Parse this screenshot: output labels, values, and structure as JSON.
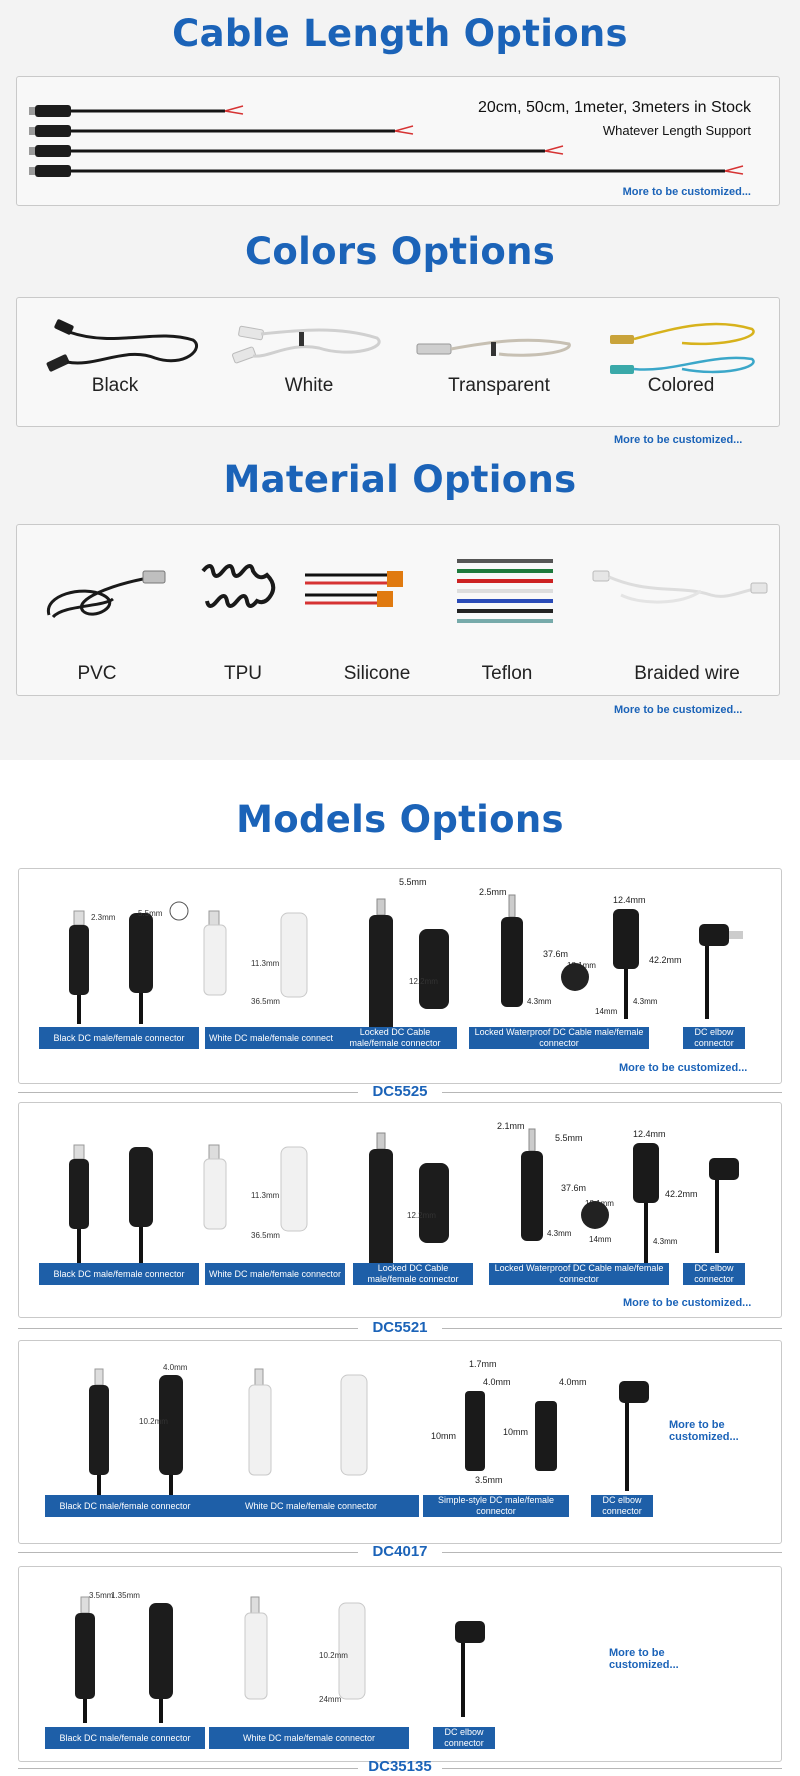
{
  "colors": {
    "accent": "#1b63b8",
    "caption_bg": "#1e5fa8",
    "wire_red": "#d63333"
  },
  "more_text": "More to be customized...",
  "cable_length": {
    "heading": "Cable Length Options",
    "stock_text": "20cm, 50cm, 1meter, 3meters in Stock",
    "support_text": "Whatever Length Support"
  },
  "colors_section": {
    "heading": "Colors Options",
    "items": [
      {
        "label": "Black",
        "icon": "black-usb-dc-cable-icon"
      },
      {
        "label": "White",
        "icon": "white-usb-dc-cable-icon"
      },
      {
        "label": "Transparent",
        "icon": "transparent-dc-cable-icon"
      },
      {
        "label": "Colored",
        "icon": "colored-wire-dc-cable-icon"
      }
    ]
  },
  "material": {
    "heading": "Material Options",
    "items": [
      {
        "label": "PVC",
        "icon": "pvc-cable-icon"
      },
      {
        "label": "TPU",
        "icon": "tpu-spiral-cable-icon"
      },
      {
        "label": "Silicone",
        "icon": "silicone-wires-icon"
      },
      {
        "label": "Teflon",
        "icon": "teflon-wires-icon"
      },
      {
        "label": "Braided wire",
        "icon": "braided-wire-icon"
      }
    ]
  },
  "models": {
    "heading": "Models Options",
    "groups": [
      {
        "name": "DC5525",
        "more_text": "More to be customized...",
        "captions": [
          "Black DC male/female connector",
          "White DC male/female connector",
          "Locked DC Cable male/female connector",
          "Locked Waterproof DC Cable male/female connector",
          "DC elbow connector"
        ],
        "dims": [
          "5.5mm",
          "2.5mm",
          "12.4mm",
          "37.6m",
          "42.2mm",
          "18.1mm",
          "4.3mm",
          "14mm",
          "4.3mm",
          "2.3mm",
          "5.5mm",
          "11.3mm",
          "36.5mm",
          "12.2mm"
        ]
      },
      {
        "name": "DC5521",
        "more_text": "More to be customized...",
        "captions": [
          "Black DC male/female connector",
          "White DC male/female connector",
          "Locked DC Cable male/female connector",
          "Locked Waterproof DC Cable male/female connector",
          "DC elbow connector"
        ],
        "dims": [
          "2.1mm",
          "5.5mm",
          "12.4mm",
          "37.6m",
          "42.2mm",
          "18.1mm",
          "4.3mm",
          "14mm",
          "4.3mm",
          "11.3mm",
          "36.5mm",
          "12.2mm"
        ]
      },
      {
        "name": "DC4017",
        "more_text": "More to be customized...",
        "captions": [
          "Black DC male/female connector",
          "White DC male/female connector",
          "Simple-style DC male/female connector",
          "DC elbow connector"
        ],
        "dims": [
          "1.7mm",
          "4.0mm",
          "4.0mm",
          "10mm",
          "10mm",
          "3.5mm",
          "4.0mm",
          "10.2mm"
        ]
      },
      {
        "name": "DC35135",
        "more_text": "More to be customized...",
        "captions": [
          "Black DC male/female connector",
          "White DC male/female connector",
          "DC elbow connector"
        ],
        "dims": [
          "3.5mm",
          "1.35mm",
          "10.2mm",
          "24mm"
        ]
      }
    ]
  }
}
